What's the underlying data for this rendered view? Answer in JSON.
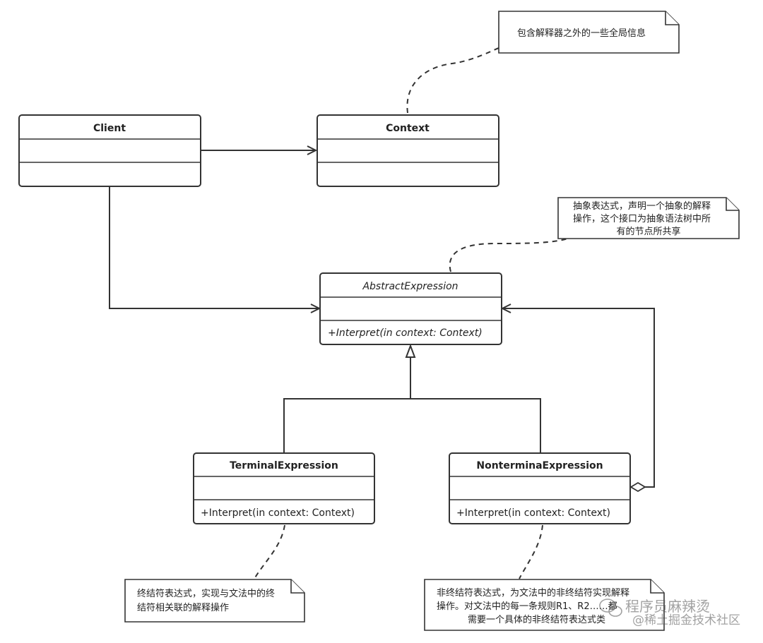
{
  "classes": {
    "client": {
      "name": "Client"
    },
    "context": {
      "name": "Context"
    },
    "abstract_expression": {
      "name": "AbstractExpression",
      "operation": "+Interpret(in context: Context)"
    },
    "terminal_expression": {
      "name": "TerminalExpression",
      "operation": "+Interpret(in context: Context)"
    },
    "nonterminal_expression": {
      "name": "NonterminaExpression",
      "operation": "+Interpret(in context: Context)"
    }
  },
  "notes": {
    "context_note": {
      "lines": [
        "包含解释器之外的一些全局信息"
      ]
    },
    "abstract_note": {
      "lines": [
        "抽象表达式，声明一个抽象的解释",
        "操作，这个接口为抽象语法树中所",
        "有的节点所共享"
      ]
    },
    "terminal_note": {
      "lines": [
        "终结符表达式，实现与文法中的终",
        "结符相关联的解释操作"
      ]
    },
    "nonterminal_note": {
      "lines": [
        "非终结符表达式，为文法中的非终结符实现解释",
        "操作。对文法中的每一条规则R1、R2……都",
        "需要一个具体的非终结符表达式类"
      ]
    }
  },
  "watermark": {
    "line1": "程序员麻辣烫",
    "line2": "@稀土掘金技术社区"
  }
}
